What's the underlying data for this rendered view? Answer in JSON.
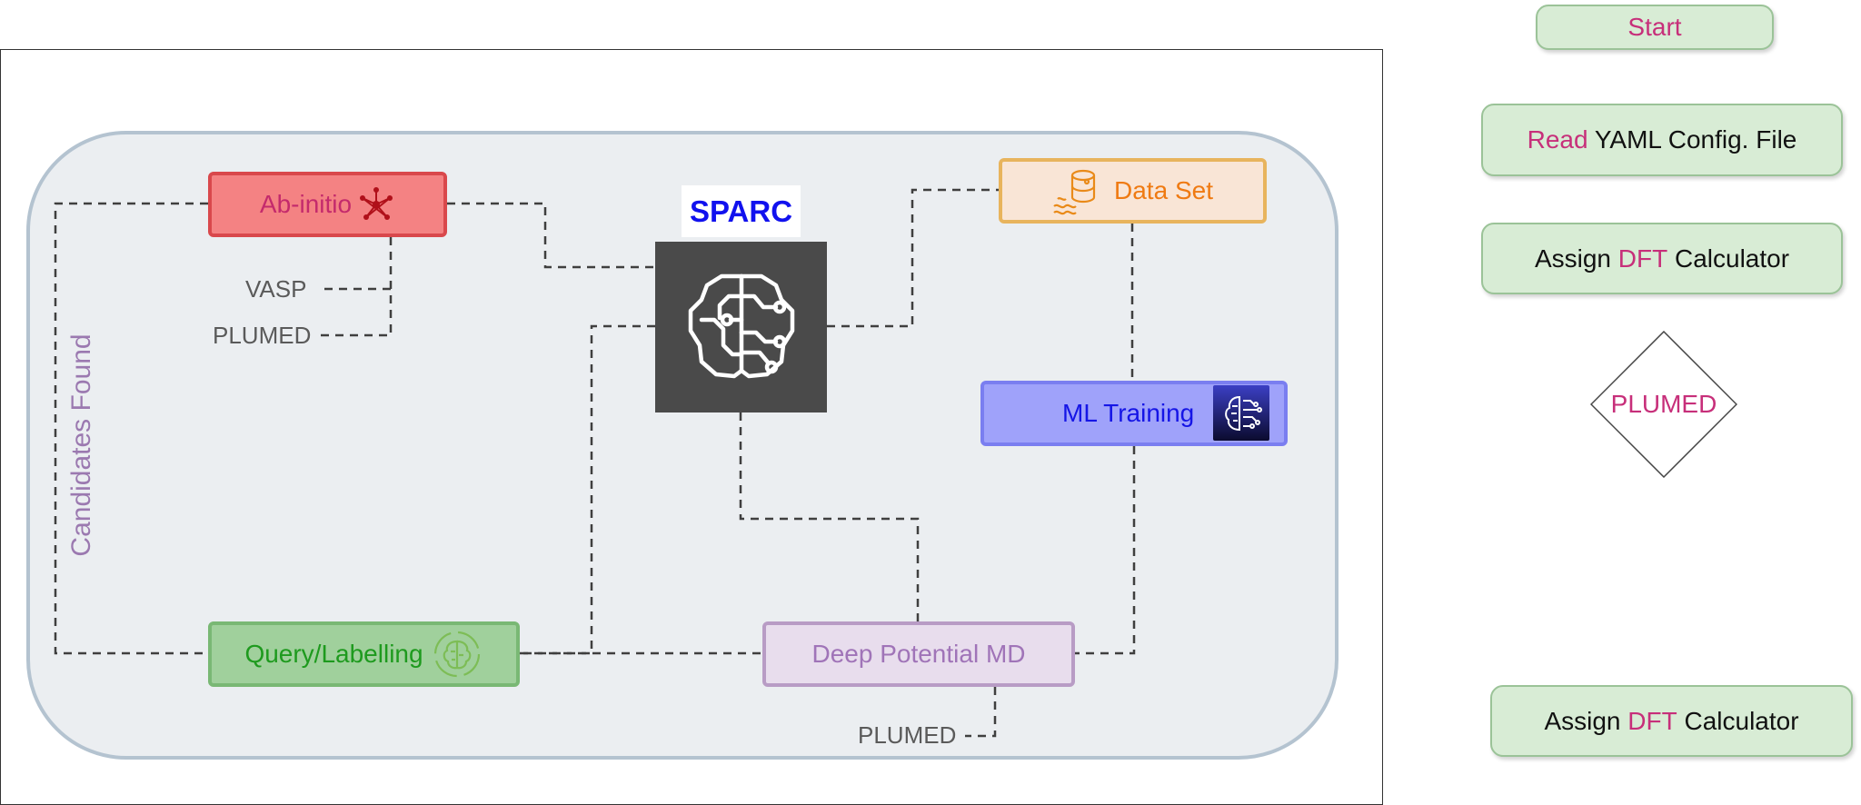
{
  "diagram": {
    "sparc_title": "SPARC",
    "nodes": {
      "ab_initio": "Ab-initio",
      "dataset": "Data Set",
      "ml_training": "ML Training",
      "query_labelling": "Query/Labelling",
      "deep_potential_md": "Deep Potential MD"
    },
    "labels": {
      "vasp": "VASP",
      "plumed_ab_initio": "PLUMED",
      "plumed_md": "PLUMED",
      "candidates_found": "Candidates Found"
    }
  },
  "legend": {
    "start": "Start",
    "read_prefix": "Read",
    "read_suffix": " YAML Config. File",
    "assign_prefix": "Assign ",
    "assign_accent": "DFT",
    "assign_suffix": " Calculator",
    "assign2_prefix": "Assign ",
    "assign2_accent": "DFT",
    "assign2_suffix": " Calculator",
    "plumed_decision": "PLUMED"
  },
  "icons": {
    "ab_initio": "molecule-network-icon",
    "dataset": "database-icon",
    "ml_training": "ai-brain-chip-icon",
    "query_labelling": "brain-cycle-icon",
    "sparc": "brain-circuit-icon"
  },
  "colors": {
    "ab_initio_fill": "#f48283",
    "dataset_fill": "#f9e5d6",
    "ml_training_fill": "#9fa2fa",
    "query_fill": "#a0d09c",
    "deep_md_fill": "#e8dded",
    "legend_fill": "#d8ecd5",
    "accent": "#c72f7a",
    "sparc_title": "#1111ee"
  }
}
